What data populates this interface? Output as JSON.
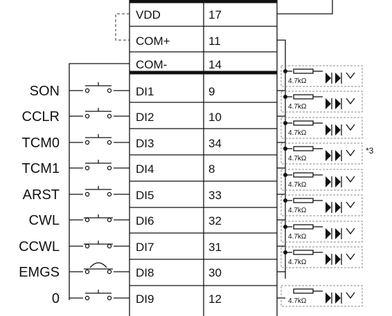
{
  "power_rows": [
    {
      "signal": "VDD",
      "pin": "17"
    },
    {
      "signal": "COM+",
      "pin": "11"
    },
    {
      "signal": "COM-",
      "pin": "14"
    }
  ],
  "inputs": [
    {
      "name": "SON",
      "signal": "DI1",
      "pin": "9",
      "contact": "no"
    },
    {
      "name": "CCLR",
      "signal": "DI2",
      "pin": "10",
      "contact": "no"
    },
    {
      "name": "TCM0",
      "signal": "DI3",
      "pin": "34",
      "contact": "no"
    },
    {
      "name": "TCM1",
      "signal": "DI4",
      "pin": "8",
      "contact": "no"
    },
    {
      "name": "ARST",
      "signal": "DI5",
      "pin": "33",
      "contact": "no"
    },
    {
      "name": "CWL",
      "signal": "DI6",
      "pin": "32",
      "contact": "nc"
    },
    {
      "name": "CCWL",
      "signal": "DI7",
      "pin": "31",
      "contact": "nc"
    },
    {
      "name": "EMGS",
      "signal": "DI8",
      "pin": "30",
      "contact": "nc-emg"
    },
    {
      "name": "0",
      "signal": "DI9",
      "pin": "12",
      "contact": "no"
    }
  ],
  "resistor_label": "4.7kΩ",
  "note_label": "*3"
}
